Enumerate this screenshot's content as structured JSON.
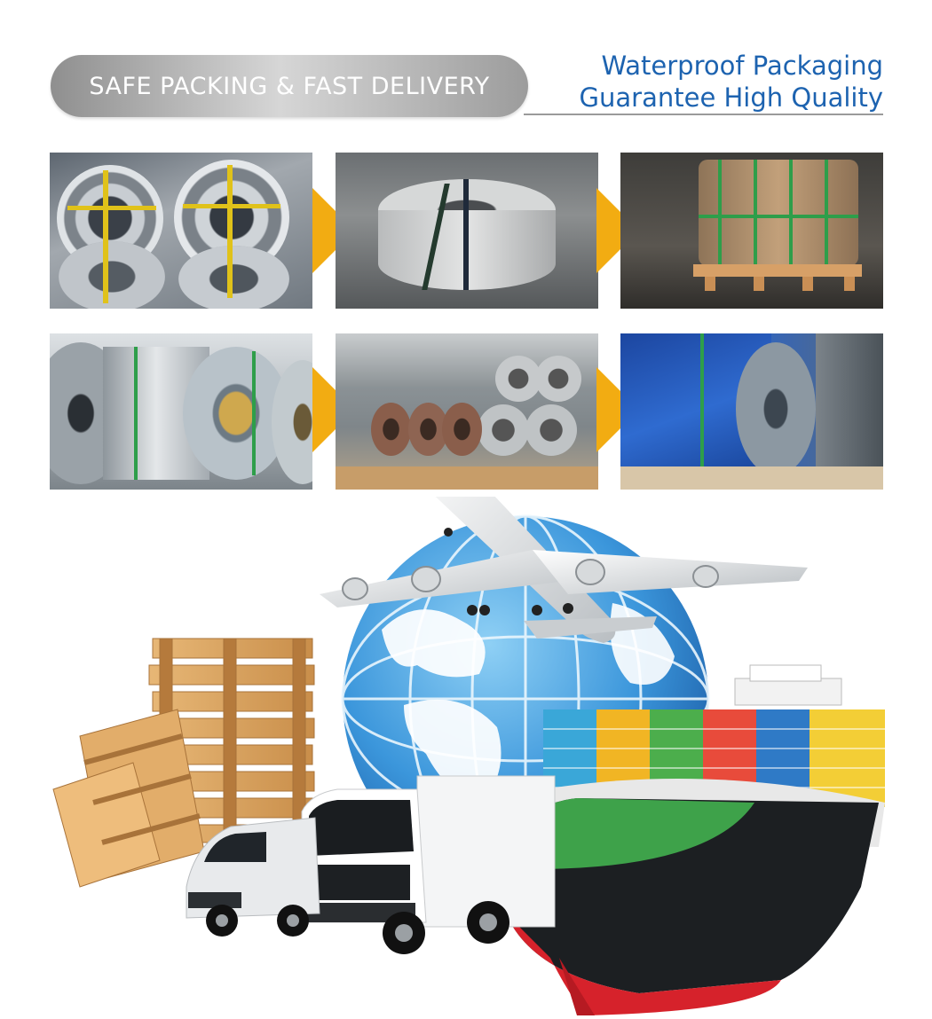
{
  "header": {
    "pill_text": "SAFE PACKING & FAST DELIVERY",
    "slogan_line1": "Waterproof Packaging",
    "slogan_line2": "Guarantee High Quality"
  },
  "colors": {
    "slogan_blue": "#1d63b0",
    "arrow_orange": "#f2ac12",
    "pill_gray": "#a8a8a8"
  },
  "photos": [
    {
      "name": "steel-strip-coils"
    },
    {
      "name": "wrapped-coil"
    },
    {
      "name": "packed-coil-on-pallet-in-container"
    },
    {
      "name": "steel-coils-with-green-straps"
    },
    {
      "name": "coils-in-warehouse"
    },
    {
      "name": "blue-wrapped-coil-in-container"
    }
  ],
  "icons": [
    "arrow-right-icon",
    "airplane-icon",
    "globe-icon",
    "pallet-stack-icon",
    "van-icon",
    "truck-icon",
    "container-ship-icon"
  ]
}
